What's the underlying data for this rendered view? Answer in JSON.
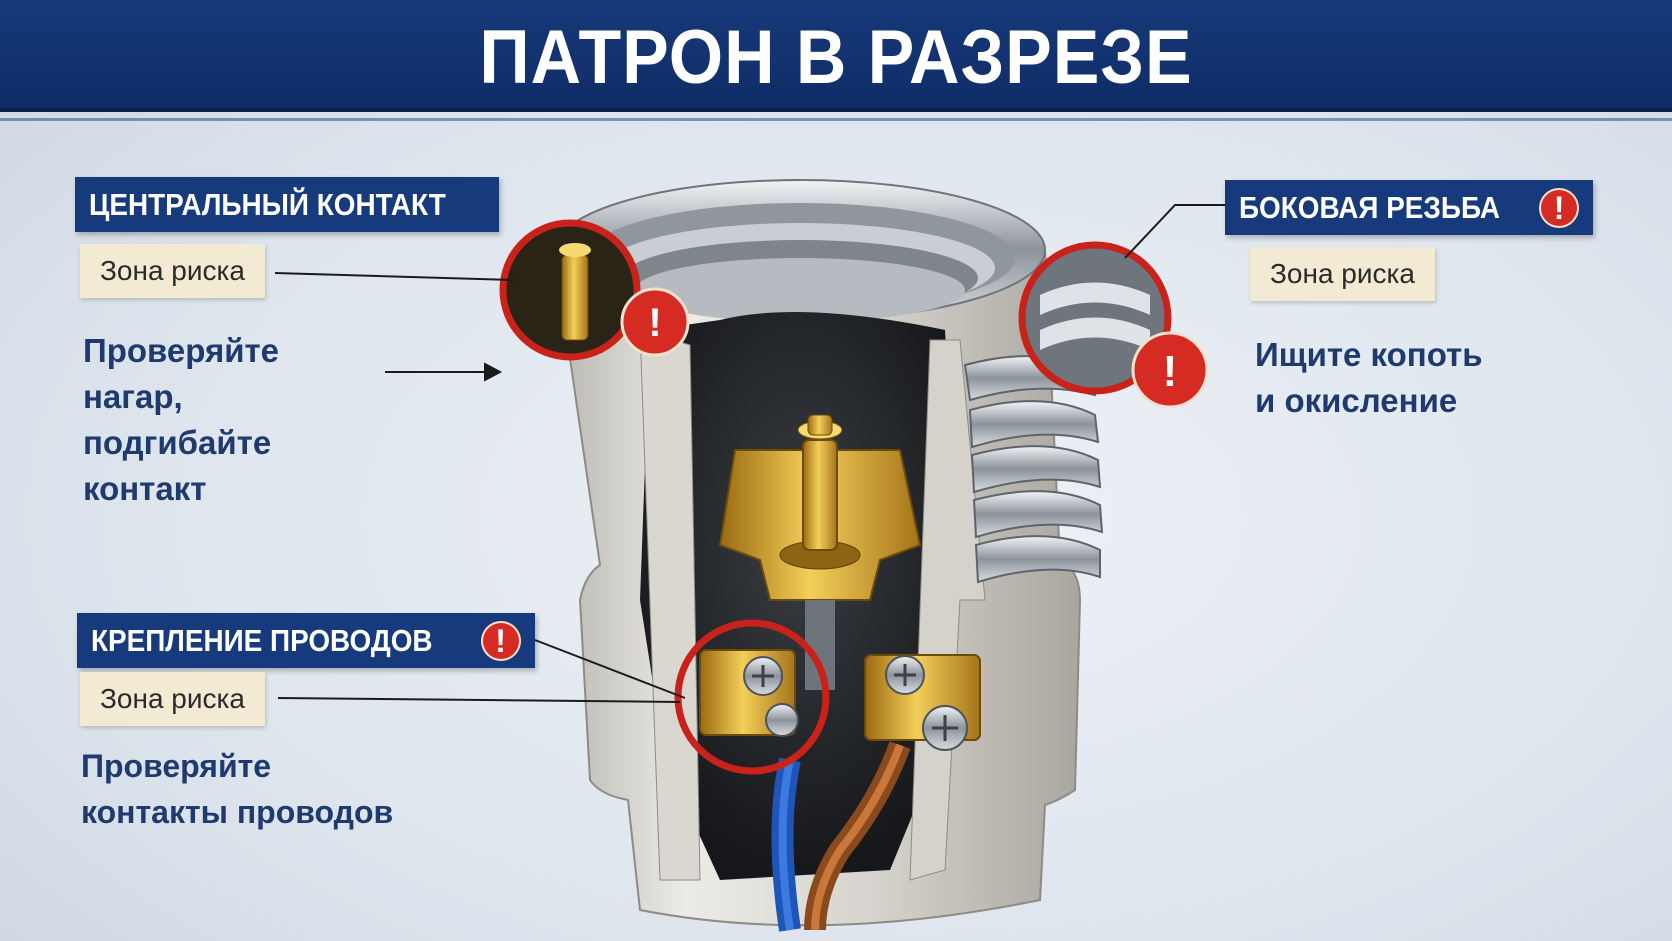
{
  "title": "ПАТРОН В РАЗРЕЗЕ",
  "callouts": {
    "central_contact": {
      "heading": "ЦЕНТРАЛЬНЫЙ КОНТАКТ",
      "zone": "Зона риска",
      "text": "Проверяйте\nнагар,\nподгибайте\nконтакт"
    },
    "side_thread": {
      "heading": "БОКОВАЯ РЕЗЬБА",
      "zone": "Зона риска",
      "text": "Ищите копоть\nи окисление"
    },
    "wire_mount": {
      "heading": "КРЕПЛЕНИЕ ПРОВОДОВ",
      "zone": "Зона риска",
      "text": "Проверяйте\nконтакты проводов"
    }
  },
  "warning_glyph": "!",
  "colors": {
    "header": "#17397a",
    "warning": "#d62b22",
    "zone_tag": "#f3ead3",
    "brass": "#d7a630",
    "ceramic": "#e4e2dc"
  }
}
